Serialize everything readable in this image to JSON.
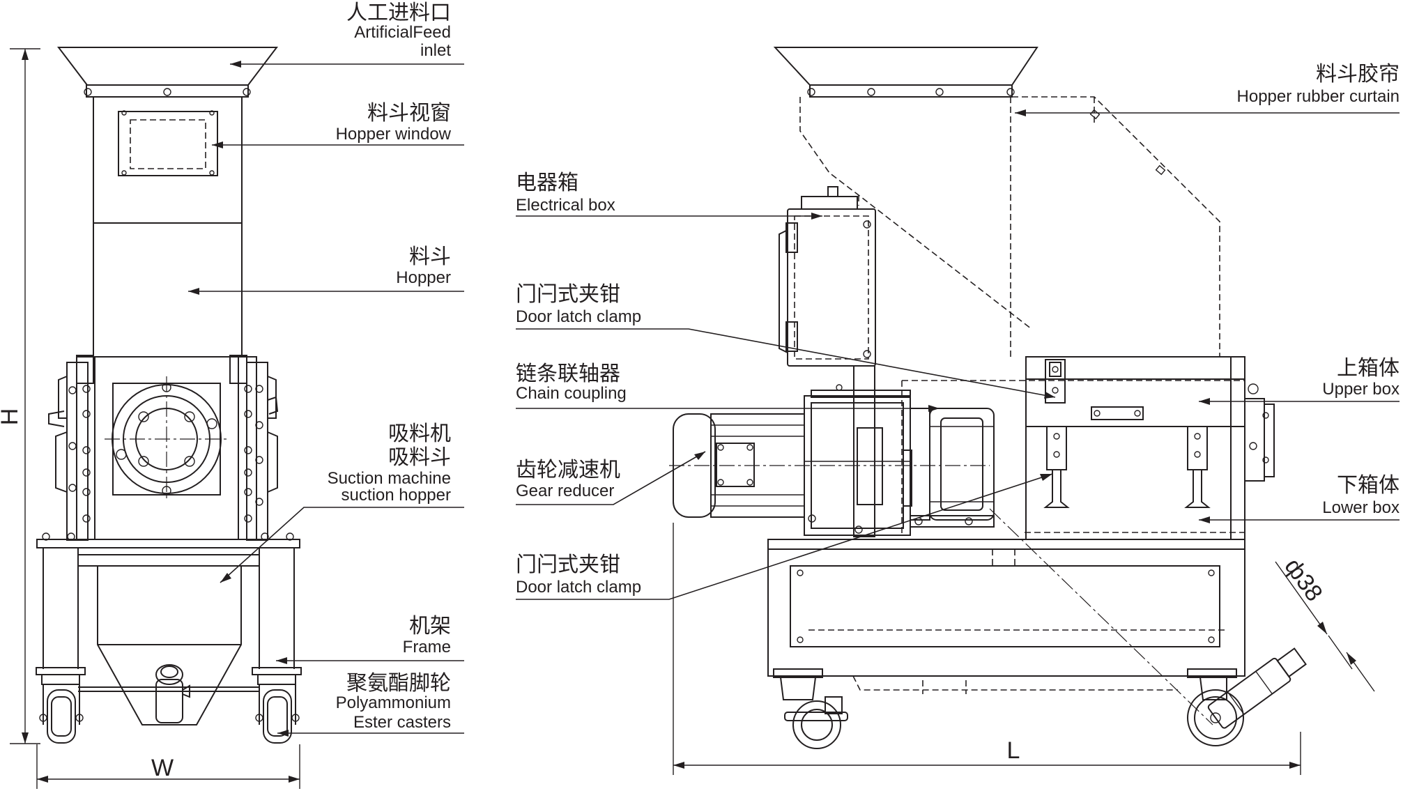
{
  "front_view": {
    "labels": {
      "feed_inlet_cn": "人工进料口",
      "feed_inlet_en1": "ArtificialFeed",
      "feed_inlet_en2": "inlet",
      "hopper_window_cn": "料斗视窗",
      "hopper_window_en": "Hopper window",
      "hopper_cn": "料斗",
      "hopper_en": "Hopper",
      "suction_cn1": "吸料机",
      "suction_cn2": "吸料斗",
      "suction_en1": "Suction machine",
      "suction_en2": "suction hopper",
      "frame_cn": "机架",
      "frame_en": "Frame",
      "casters_cn": "聚氨酯脚轮",
      "casters_en1": "Polyammonium",
      "casters_en2": "Ester casters"
    },
    "dimensions": {
      "height": "H",
      "width": "W"
    }
  },
  "side_view": {
    "labels": {
      "rubber_curtain_cn": "料斗胶帘",
      "rubber_curtain_en": "Hopper rubber curtain",
      "electrical_box_cn": "电器箱",
      "electrical_box_en": "Electrical box",
      "door_latch_top_cn": "门闩式夹钳",
      "door_latch_top_en": "Door latch clamp",
      "chain_coupling_cn": "链条联轴器",
      "chain_coupling_en": "Chain coupling",
      "gear_reducer_cn": "齿轮减速机",
      "gear_reducer_en": "Gear reducer",
      "door_latch_bottom_cn": "门闩式夹钳",
      "door_latch_bottom_en": "Door latch clamp",
      "upper_box_cn": "上箱体",
      "upper_box_en": "Upper box",
      "lower_box_cn": "下箱体",
      "lower_box_en": "Lower box"
    },
    "dimensions": {
      "length": "L",
      "diameter": "ф38"
    }
  }
}
